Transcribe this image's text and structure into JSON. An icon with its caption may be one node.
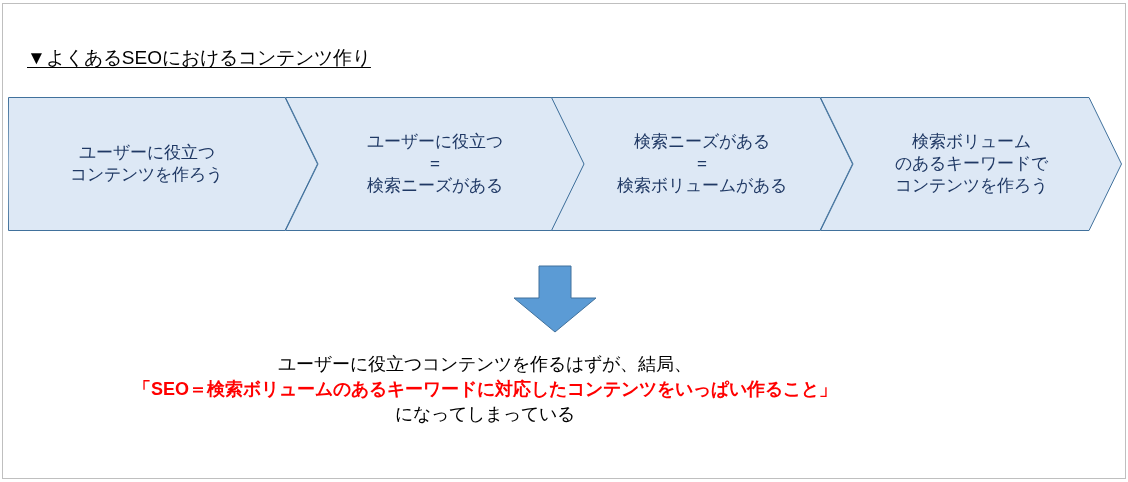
{
  "diagram": {
    "title": "▼よくあるSEOにおけるコンテンツ作り",
    "nodes": [
      {
        "text": [
          "ユーザーに役立つコンテンツを作ろう"
        ]
      },
      {
        "text": [
          "ユーザーに役立つ = 検索ニーズがある"
        ]
      },
      {
        "text": [
          "検索ニーズがある = 検索ボリュームがある"
        ]
      },
      {
        "text": [
          "検索ボリュームのあるキーワードでコンテンツを作ろう"
        ]
      },
      {
        "text": [
          "ユーザーに役立つコンテンツを作るはずが、結局、",
          "「SEO＝検索ボリュームのあるキーワードに対応したコンテンツをいっぱい作ること」",
          "になってしまっている"
        ]
      }
    ],
    "edges": [
      {
        "from": null,
        "to": 4,
        "arrow": "to",
        "style": "thick",
        "color": "#5b9bd5"
      }
    ]
  }
}
